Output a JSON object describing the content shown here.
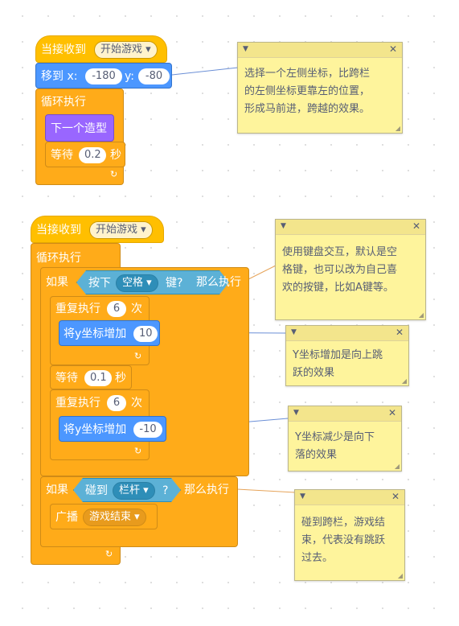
{
  "script1": {
    "hat": "当接收到",
    "hat_message": "开始游戏",
    "goto_label": "移到 x:",
    "goto_x": "-180",
    "goto_y_label": "y:",
    "goto_y": "-80",
    "forever": "循环执行",
    "next_costume": "下一个造型",
    "wait_label": "等待",
    "wait_value": "0.2",
    "wait_unit": "秒"
  },
  "script2": {
    "hat": "当接收到",
    "hat_message": "开始游戏",
    "forever": "循环执行",
    "if1_label": "如果",
    "key_pressed": "按下",
    "key_name": "空格",
    "key_suffix": "键?",
    "then1": "那么执行",
    "repeat1_label": "重复执行",
    "repeat1_count": "6",
    "repeat1_unit": "次",
    "change_y1_label": "将y坐标增加",
    "change_y1_value": "10",
    "wait_label": "等待",
    "wait_value": "0.1",
    "wait_unit": "秒",
    "repeat2_label": "重复执行",
    "repeat2_count": "6",
    "repeat2_unit": "次",
    "change_y2_label": "将y坐标增加",
    "change_y2_value": "-10",
    "if2_label": "如果",
    "touching": "碰到",
    "touching_target": "栏杆",
    "touching_suffix": "?",
    "then2": "那么执行",
    "broadcast": "广播",
    "broadcast_message": "游戏结束"
  },
  "notes": [
    {
      "text": "选择一个左侧坐标，比跨栏\n的左侧坐标更靠左的位置，\n形成马前进，跨越的效果。"
    },
    {
      "text": "使用键盘交互，默认是空\n格键，也可以改为自己喜\n欢的按键，比如A键等。"
    },
    {
      "text": "Y坐标增加是向上跳\n跃的效果"
    },
    {
      "text": "Y坐标减少是向下\n落的效果"
    },
    {
      "text": "碰到跨栏，游戏结\n束，代表没有跳跃\n过去。"
    }
  ],
  "icons": {
    "dropdown": "▾",
    "repeat_arrow": "↻",
    "note_collapse": "▼",
    "note_close": "✕"
  },
  "colors": {
    "events": "#ffbf00",
    "control": "#ffab19",
    "motion": "#4c97ff",
    "looks": "#9966ff",
    "sensing": "#5cb1d6",
    "note": "#fef49c"
  }
}
